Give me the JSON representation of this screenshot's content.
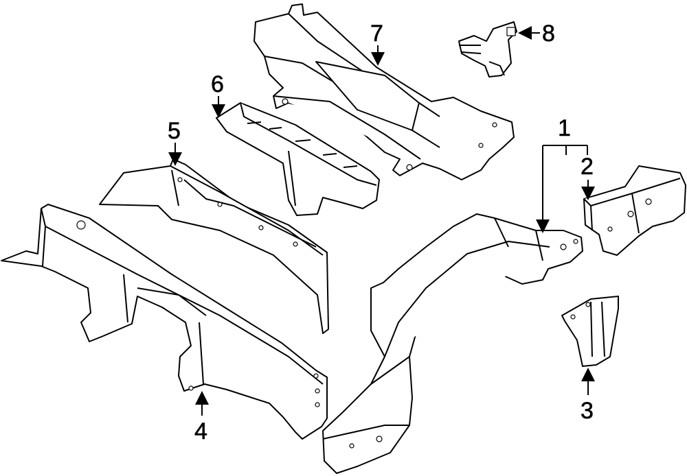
{
  "diagram": {
    "callouts": [
      {
        "number": "1"
      },
      {
        "number": "2"
      },
      {
        "number": "3"
      },
      {
        "number": "4"
      },
      {
        "number": "5"
      },
      {
        "number": "6"
      },
      {
        "number": "7"
      },
      {
        "number": "8"
      }
    ]
  }
}
